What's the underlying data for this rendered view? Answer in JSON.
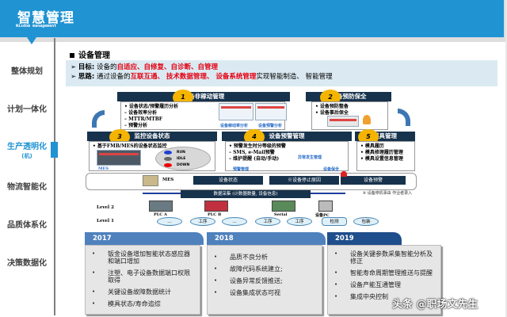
{
  "header": {
    "title": "智慧管理",
    "subtitle": "Wisdom management",
    "color": "#2093d2"
  },
  "sidebar": {
    "items": [
      {
        "label": "整体规划"
      },
      {
        "label": "计划一体化"
      },
      {
        "label": "生产透明化",
        "sub": "(机)",
        "active": true
      },
      {
        "label": "物流智能化"
      },
      {
        "label": "品质体系化"
      },
      {
        "label": "决策数据化"
      }
    ]
  },
  "section": {
    "title": "设备管理",
    "goal_label": "目标:",
    "goal_prefix": "设备的",
    "goal_red": "自适应、自修复、自诊断、自管理",
    "idea_label": "思路:",
    "idea_prefix": "通过设备的",
    "idea_red": "互联互通、 技术数据管理、 设备系统管理",
    "idea_suffix": "实现智能制造、 智能管理"
  },
  "diagram": {
    "cards": [
      {
        "num": "1",
        "title": "设备非稼动管理",
        "lines": [
          "• 设备状态/预警履历分析",
          "  – 设备效率分析",
          "  – MTTR/MTBF",
          "  – 预警分析"
        ],
        "captions": [
          "设备稼动率分析",
          "设备预警分析"
        ]
      },
      {
        "num": "2",
        "title": "设备预防保全",
        "lines": [
          "• 设备预防整备",
          "• 设备事后保全"
        ]
      },
      {
        "num": "3",
        "title": "监控设备状态",
        "lines": [
          "• 基于FMB/MES的设备状态监控"
        ],
        "caption": "MES",
        "states": [
          "RUN",
          "IDLE",
          "DOWN"
        ]
      },
      {
        "num": "4",
        "title": "设备预警管理",
        "lines": [
          "• 预警发生时分等级的预警",
          "  – SMS, e-Mail预警",
          "  – 维护提醒 (自动/手动)"
        ],
        "captions": [
          "预警管理",
          "异常发生管理",
          "设备保全"
        ]
      },
      {
        "num": "5",
        "title": "模具管理",
        "lines": [
          "• 模具履历",
          "• 模具修理履历管理",
          "• 模具设置信息管理"
        ]
      }
    ],
    "mes_label": "MES",
    "buttons": [
      "设备状态",
      "※设备停止原因",
      "设备预警"
    ],
    "data_bar": "数据采集 (计数器数量, 设备信息)",
    "note": "※ 设备停机事由 作业者录入",
    "level2": "Level 2",
    "level1": "Level 1",
    "devices": [
      "PLC A",
      "PLC B",
      "Serial",
      "设备PC"
    ],
    "processes": [
      "…",
      "工序",
      "…",
      "工序",
      "工序",
      "检测",
      "包装"
    ]
  },
  "years": [
    {
      "year": "2017",
      "color": "#4f81bd",
      "items": [
        "钣金设备增加智能状态感应器和端口增加",
        "注塑、电子设备数据端口权限取得",
        "关键设备故障数据统计",
        "模具状态/寿命追综"
      ]
    },
    {
      "year": "2018",
      "color": "#4f81bd",
      "items": [
        "品质不良分析",
        "故障代码系统建立;",
        "设备异常反馈推送;",
        "设备集成状态可视"
      ]
    },
    {
      "year": "2019",
      "color": "#1f4e8c",
      "items": [
        "设备关键参数采集智能分析及修正",
        "智能寿命周期管理推送与提醒",
        "设备产能互通管理",
        "集成中央控制"
      ]
    }
  ],
  "watermark": "头条 @职场文先生"
}
